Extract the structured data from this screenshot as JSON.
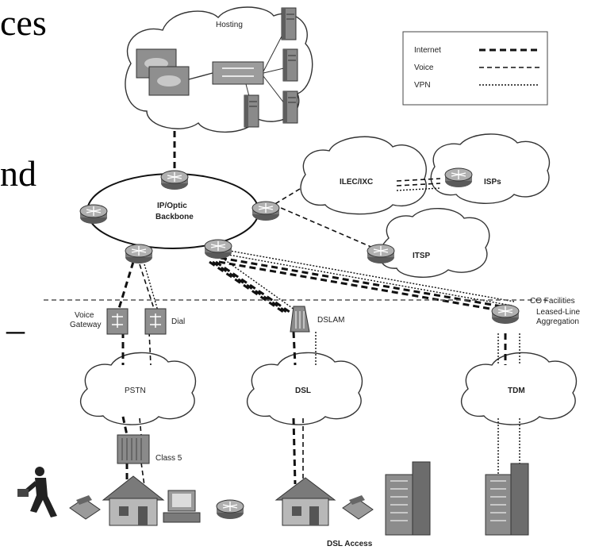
{
  "slide": {
    "fragment_top": "ces",
    "fragment_mid": "nd",
    "fragment_dash": "–"
  },
  "legend": {
    "internet": "Internet",
    "voice": "Voice",
    "vpn": "VPN"
  },
  "clouds": {
    "hosting": "Hosting",
    "backbone_line1": "IP/Optic",
    "backbone_line2": "Backbone",
    "ilec": "ILEC/IXC",
    "isps": "ISPs",
    "itsp": "ITSP",
    "pstn": "PSTN",
    "dsl": "DSL",
    "tdm": "TDM"
  },
  "labels": {
    "co_facilities": "CO Facilities",
    "voice_gateway_1": "Voice",
    "voice_gateway_2": "Gateway",
    "dial": "Dial",
    "dslam": "DSLAM",
    "leased_1": "Leased-Line",
    "leased_2": "Aggregation",
    "class5": "Class 5",
    "dsl_access": "DSL Access"
  },
  "colors": {
    "line": "#111111",
    "cloud_stroke": "#333333",
    "device_fill": "#9a9a9a",
    "device_dark": "#5a5a5a",
    "building_fill": "#8c8c8c"
  }
}
